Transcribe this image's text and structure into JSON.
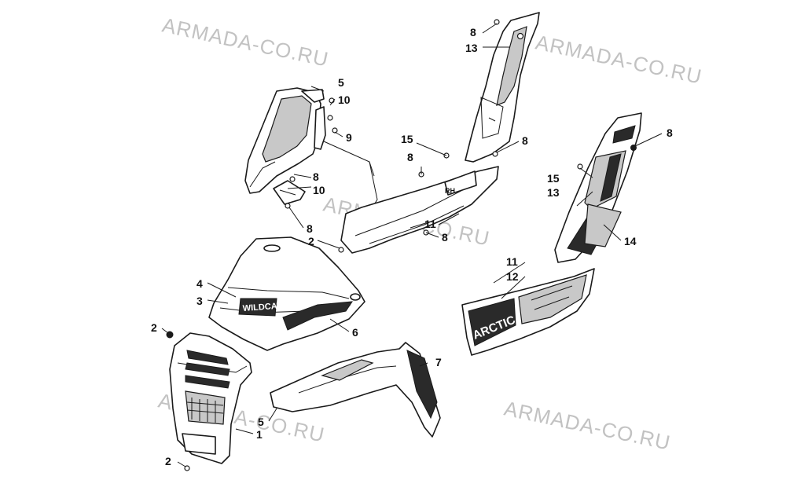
{
  "diagram": {
    "watermark_text": "ARMADA-CO.RU",
    "decals": {
      "hood_logo": "WILDCAT",
      "side_panel_logo": "ARCTIC CAT",
      "side_mark": "RH"
    },
    "callouts": {
      "c1": "1",
      "c2a": "2",
      "c2b": "2",
      "c2c": "2",
      "c3": "3",
      "c4": "4",
      "c5a": "5",
      "c5b": "5",
      "c6": "6",
      "c7": "7",
      "c8a": "8",
      "c8b": "8",
      "c8c": "8",
      "c8d": "8",
      "c8e": "8",
      "c8f": "8",
      "c8g": "8",
      "c9": "9",
      "c10a": "10",
      "c10b": "10",
      "c11a": "11",
      "c11b": "11",
      "c12": "12",
      "c13a": "13",
      "c13b": "13",
      "c14": "14",
      "c15a": "15",
      "c15b": "15"
    }
  }
}
